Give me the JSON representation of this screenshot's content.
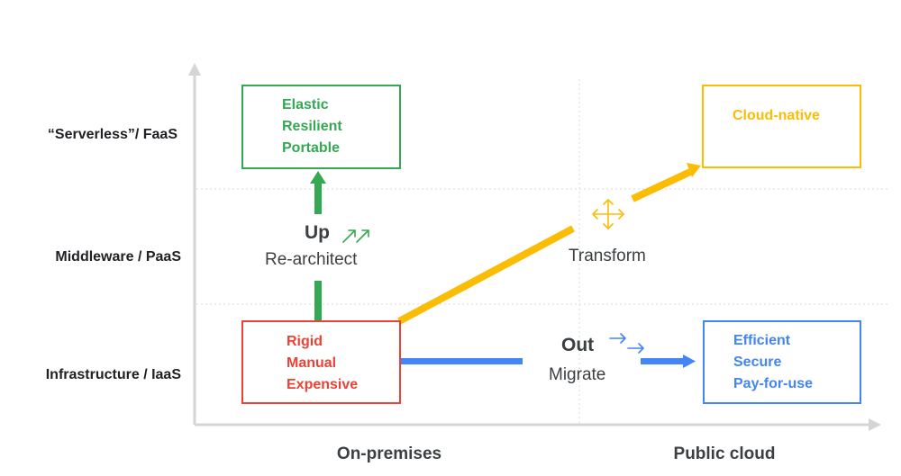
{
  "colors": {
    "green": "#34a853",
    "yellow": "#fbbc04",
    "blue": "#4285f4",
    "red": "#ea4335",
    "axis": "#d5d5d5",
    "grid": "#d9d9d9",
    "text": "#202124"
  },
  "rows": [
    {
      "label": "“Serverless”/ FaaS"
    },
    {
      "label": "Middleware / PaaS"
    },
    {
      "label": "Infrastructure / IaaS"
    }
  ],
  "columns": [
    {
      "label": "On-premises"
    },
    {
      "label": "Public cloud"
    }
  ],
  "boxes": {
    "elastic": {
      "color": "#34a853",
      "lines": [
        "Elastic",
        "Resilient",
        "Portable"
      ]
    },
    "cloud_native": {
      "color": "#fbbc04",
      "lines": [
        "Cloud-native"
      ]
    },
    "rigid": {
      "color": "#ea4335",
      "lines": [
        "Rigid",
        "Manual",
        "Expensive"
      ]
    },
    "efficient": {
      "color": "#4285f4",
      "lines": [
        "Efficient",
        "Secure",
        "Pay-for-use"
      ]
    }
  },
  "paths": {
    "up": {
      "word": "Up",
      "verb": "Re-architect",
      "icon": "diagonal-double-arrow-icon"
    },
    "out": {
      "word": "Out",
      "verb": "Migrate",
      "icon": "right-double-arrow-icon"
    },
    "transform": {
      "verb": "Transform",
      "icon": "four-way-arrows-icon"
    }
  }
}
